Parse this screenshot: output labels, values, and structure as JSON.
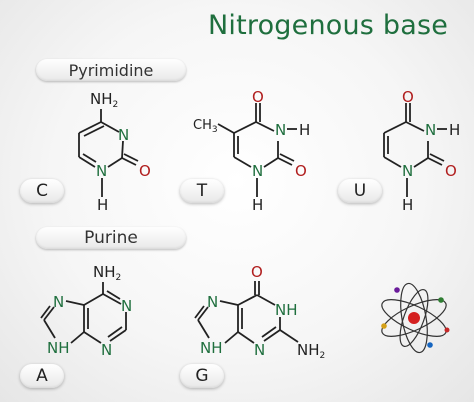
{
  "title": "Nitrogenous base",
  "groups": {
    "pyrimidine_label": "Pyrimidine",
    "purine_label": "Purine"
  },
  "bases": {
    "cytosine": {
      "letter": "C",
      "amine": "NH",
      "amine_sub": "2",
      "n_ring": "N",
      "n_h": "N",
      "h": "H",
      "oxygen": "O"
    },
    "thymine": {
      "letter": "T",
      "methyl": "CH",
      "methyl_sub": "3",
      "o_top": "O",
      "n_right": "N",
      "h_right": "H",
      "n_bottom": "N",
      "o_right": "O",
      "h_bottom": "H"
    },
    "uracil": {
      "letter": "U",
      "o_top": "O",
      "n_right": "N",
      "h_right": "H",
      "n_bottom": "N",
      "o_right": "O",
      "h_bottom": "H"
    },
    "adenine": {
      "letter": "A",
      "amine": "NH",
      "amine_sub": "2",
      "n1": "N",
      "n2": "N",
      "n3": "N",
      "nh": "NH"
    },
    "guanine": {
      "letter": "G",
      "oxygen": "O",
      "n_left": "N",
      "nh_right": "NH",
      "nh_left": "NH",
      "n_bottom": "N",
      "amine": "NH",
      "amine_sub": "2"
    }
  },
  "colors": {
    "title": "#1f6f3e",
    "nitrogen": "#1f6f3e",
    "oxygen": "#b01d1d",
    "bond": "#222222",
    "atom_nucleus": "#d42020",
    "electron_colors": [
      "#d4a017",
      "#2e7d32",
      "#1565c0",
      "#c62828",
      "#6a1b9a"
    ]
  },
  "icons": {
    "decoration": "atom-icon"
  }
}
